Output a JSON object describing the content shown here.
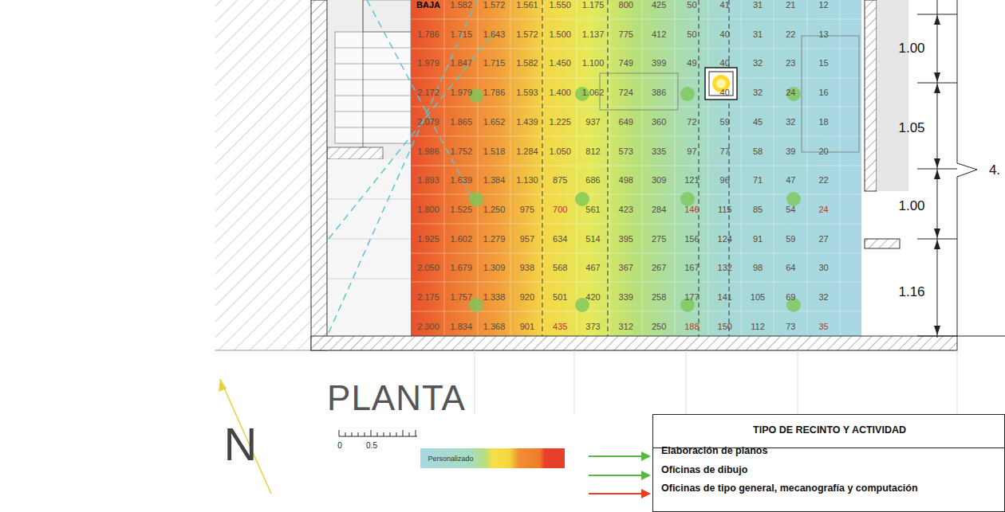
{
  "diagram": {
    "nodes": [
      {
        "text": [
          "TIPO DE RECINTO Y ACTIVIDAD",
          "Elaboración de planos",
          "Oficinas de dibujo",
          "Oficinas de tipo general, mecanografía y computación"
        ]
      }
    ],
    "labels": [
      "BAJA",
      "1.582",
      "1.572",
      "1.561",
      "1.550",
      "1.175",
      "800",
      "425",
      "50",
      "41",
      "31",
      "21",
      "12",
      "1.786",
      "1.715",
      "1.643",
      "1.572",
      "1.500",
      "1.137",
      "775",
      "412",
      "50",
      "40",
      "31",
      "22",
      "13",
      "1.979",
      "1.847",
      "1.715",
      "1.582",
      "1.450",
      "1.100",
      "749",
      "399",
      "49",
      "40",
      "32",
      "23",
      "15",
      "2.172",
      "1.979",
      "1.786",
      "1.593",
      "1.400",
      "1.062",
      "724",
      "386",
      "40",
      "32",
      "24",
      "16",
      "2.079",
      "1.865",
      "1.652",
      "1.439",
      "1.225",
      "937",
      "649",
      "360",
      "72",
      "59",
      "45",
      "32",
      "18",
      "1.986",
      "1.752",
      "1.518",
      "1.284",
      "1.050",
      "812",
      "573",
      "335",
      "97",
      "77",
      "58",
      "39",
      "20",
      "1.893",
      "1.639",
      "1.384",
      "1.130",
      "875",
      "686",
      "498",
      "309",
      "121",
      "96",
      "71",
      "47",
      "22",
      "1.800",
      "1.525",
      "1.250",
      "975",
      "700",
      "561",
      "423",
      "284",
      "146",
      "115",
      "85",
      "54",
      "24",
      "1.925",
      "1.602",
      "1.279",
      "957",
      "634",
      "514",
      "395",
      "275",
      "156",
      "124",
      "91",
      "59",
      "27",
      "2.050",
      "1.679",
      "1.309",
      "938",
      "568",
      "467",
      "367",
      "267",
      "167",
      "132",
      "98",
      "64",
      "30",
      "2.175",
      "1.757",
      "1.338",
      "920",
      "501",
      "420",
      "339",
      "258",
      "177",
      "141",
      "105",
      "69",
      "32",
      "2.300",
      "1.834",
      "1.368",
      "901",
      "435",
      "373",
      "312",
      "250",
      "188",
      "150",
      "112",
      "73",
      "35",
      "1.00",
      "1.05",
      "1.00",
      "1.16",
      "4.",
      "PLANTA",
      "N",
      "0",
      "0.5",
      "Personalizado"
    ]
  }
}
